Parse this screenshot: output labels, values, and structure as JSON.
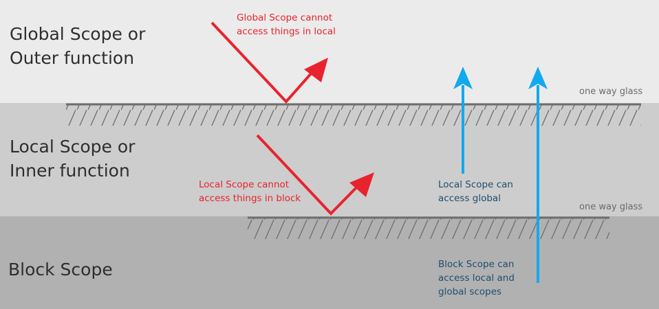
{
  "scopes": {
    "global": {
      "line1": "Global Scope or",
      "line2": "Outer function"
    },
    "local": {
      "line1": "Local Scope or",
      "line2": "Inner function"
    },
    "block": {
      "line1": "Block Scope"
    }
  },
  "notes": {
    "global_cannot": {
      "line1": "Global Scope cannot",
      "line2": "access things in local"
    },
    "local_cannot": {
      "line1": "Local Scope cannot",
      "line2": "access things in block"
    },
    "local_can": {
      "line1": "Local Scope can",
      "line2": "access global"
    },
    "block_can": {
      "line1": "Block Scope can",
      "line2": "access local and",
      "line3": "global scopes"
    }
  },
  "glass": {
    "upper_label": "one way glass",
    "lower_label": "one way glass"
  },
  "colors": {
    "global_band": "#ebebeb",
    "local_band": "#cdcdcd",
    "block_band": "#b1b1b1",
    "blocked_arrow": "#e8232e",
    "allowed_arrow": "#12a9ee",
    "glass": "#6e6e6e"
  }
}
